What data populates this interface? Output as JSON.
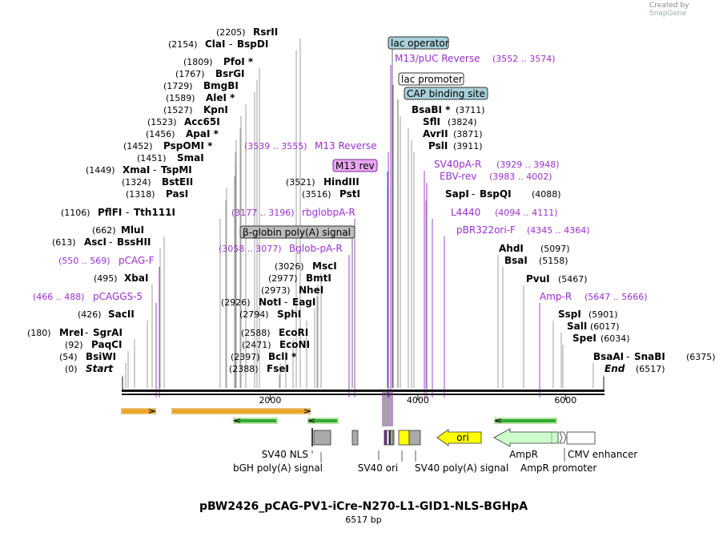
{
  "credit": {
    "prefix": "Created by",
    "brand": "SnapGene"
  },
  "plasmid": {
    "name": "pBW2426_pCAG-PV1-iCre-N270-L1-GID1-NLS-BGHpA",
    "length_label": "6517 bp",
    "length": 6517
  },
  "colors": {
    "enzyme": "#000000",
    "primer": "#9b30d0",
    "operator_bg": "#a8d0d8",
    "grey_box": "#bbbbbb",
    "orange": "#f0a020",
    "green": "#33aa33",
    "yellow": "#ffff00",
    "ampr_fill": "#ccffcc"
  },
  "ticks": [
    "2000",
    "4000",
    "6000"
  ],
  "enzymes": [
    {
      "pos": "(2205)",
      "name": "RsrII"
    },
    {
      "pos": "(2154)",
      "name": "ClaI",
      "extra": "BspDI"
    },
    {
      "pos": "(1809)",
      "name": "PfoI *"
    },
    {
      "pos": "(1767)",
      "name": "BsrGI"
    },
    {
      "pos": "(1729)",
      "name": "BmgBI"
    },
    {
      "pos": "(1589)",
      "name": "AleI *"
    },
    {
      "pos": "(1527)",
      "name": "KpnI"
    },
    {
      "pos": "(1523)",
      "name": "Acc65I"
    },
    {
      "pos": "(1456)",
      "name": "ApaI *"
    },
    {
      "pos": "(1452)",
      "name": "PspOMI *"
    },
    {
      "pos": "(1451)",
      "name": "SmaI"
    },
    {
      "pos": "(1449)",
      "name": "XmaI",
      "extra": "TspMI"
    },
    {
      "pos": "(1324)",
      "name": "BstEII"
    },
    {
      "pos": "(1318)",
      "name": "PasI"
    },
    {
      "pos": "(1106)",
      "name": "PflFI",
      "extra": "Tth111I"
    },
    {
      "pos": "(662)",
      "name": "MluI"
    },
    {
      "pos": "(613)",
      "name": "AscI",
      "extra": "BssHII"
    },
    {
      "pos": "(495)",
      "name": "XbaI"
    },
    {
      "pos": "(426)",
      "name": "SacII"
    },
    {
      "pos": "(180)",
      "name": "MreI",
      "extra": "SgrAI"
    },
    {
      "pos": "(92)",
      "name": "PaqCI"
    },
    {
      "pos": "(54)",
      "name": "BsiWI"
    },
    {
      "pos": "(0)",
      "name": "Start"
    },
    {
      "pos": "(3521)",
      "name": "HindIII"
    },
    {
      "pos": "(3516)",
      "name": "PstI"
    },
    {
      "pos": "(3026)",
      "name": "MscI"
    },
    {
      "pos": "(2977)",
      "name": "BmtI"
    },
    {
      "pos": "(2973)",
      "name": "NheI"
    },
    {
      "pos": "(2926)",
      "name": "NotI",
      "extra": "EagI"
    },
    {
      "pos": "(2794)",
      "name": "SphI"
    },
    {
      "pos": "(2588)",
      "name": "EcoRI"
    },
    {
      "pos": "(2471)",
      "name": "EcoNI"
    },
    {
      "pos": "(2397)",
      "name": "BclI *"
    },
    {
      "pos": "(2388)",
      "name": "FseI"
    },
    {
      "pos": "(3711)",
      "name": "BsaBI *"
    },
    {
      "pos": "(3824)",
      "name": "SflI"
    },
    {
      "pos": "(3871)",
      "name": "AvrII"
    },
    {
      "pos": "(3911)",
      "name": "PslI"
    },
    {
      "pos": "(4088)",
      "name": "SapI",
      "extra": "BspQI"
    },
    {
      "pos": "(5097)",
      "name": "AhdI"
    },
    {
      "pos": "(5158)",
      "name": "BsaI"
    },
    {
      "pos": "(5467)",
      "name": "PvuI"
    },
    {
      "pos": "(5901)",
      "name": "SspI"
    },
    {
      "pos": "(6017)",
      "name": "SalI"
    },
    {
      "pos": "(6034)",
      "name": "SpeI"
    },
    {
      "pos": "(6375)",
      "name": "BsaAI",
      "extra": "SnaBI"
    },
    {
      "pos": "(6517)",
      "name": "End"
    }
  ],
  "primers": [
    {
      "name": "pCAG-F",
      "range": "(550 .. 569)"
    },
    {
      "name": "pCAGGS-5",
      "range": "(466 .. 488)"
    },
    {
      "name": "M13 Reverse",
      "range": "(3539 .. 3555)"
    },
    {
      "name": "rbglobpA-R",
      "range": "(3177 .. 3196)"
    },
    {
      "name": "Bglob-pA-R",
      "range": "(3058 .. 3077)"
    },
    {
      "name": "M13/pUC Reverse",
      "range": "(3552 .. 3574)"
    },
    {
      "name": "SV40pA-R",
      "range": "(3929 .. 3948)"
    },
    {
      "name": "EBV-rev",
      "range": "(3983 .. 4002)"
    },
    {
      "name": "L4440",
      "range": "(4094 .. 4111)"
    },
    {
      "name": "pBR322ori-F",
      "range": "(4345 .. 4364)"
    },
    {
      "name": "Amp-R",
      "range": "(5647 .. 5666)"
    }
  ],
  "boxed": {
    "lac_operator": "lac operator",
    "lac_promoter": "lac promoter",
    "cap_site": "CAP binding site",
    "m13_rev": "M13 rev",
    "bglobin": "β-globin poly(A) signal"
  },
  "features": {
    "ori": "ori",
    "sv40_nls": "SV40 NLS",
    "bgh": "bGH poly(A) signal",
    "sv40_ori": "SV40 ori",
    "sv40_polya": "SV40 poly(A) signal",
    "ampr": "AmpR",
    "ampr_promoter": "AmpR promoter",
    "cmv": "CMV enhancer"
  }
}
